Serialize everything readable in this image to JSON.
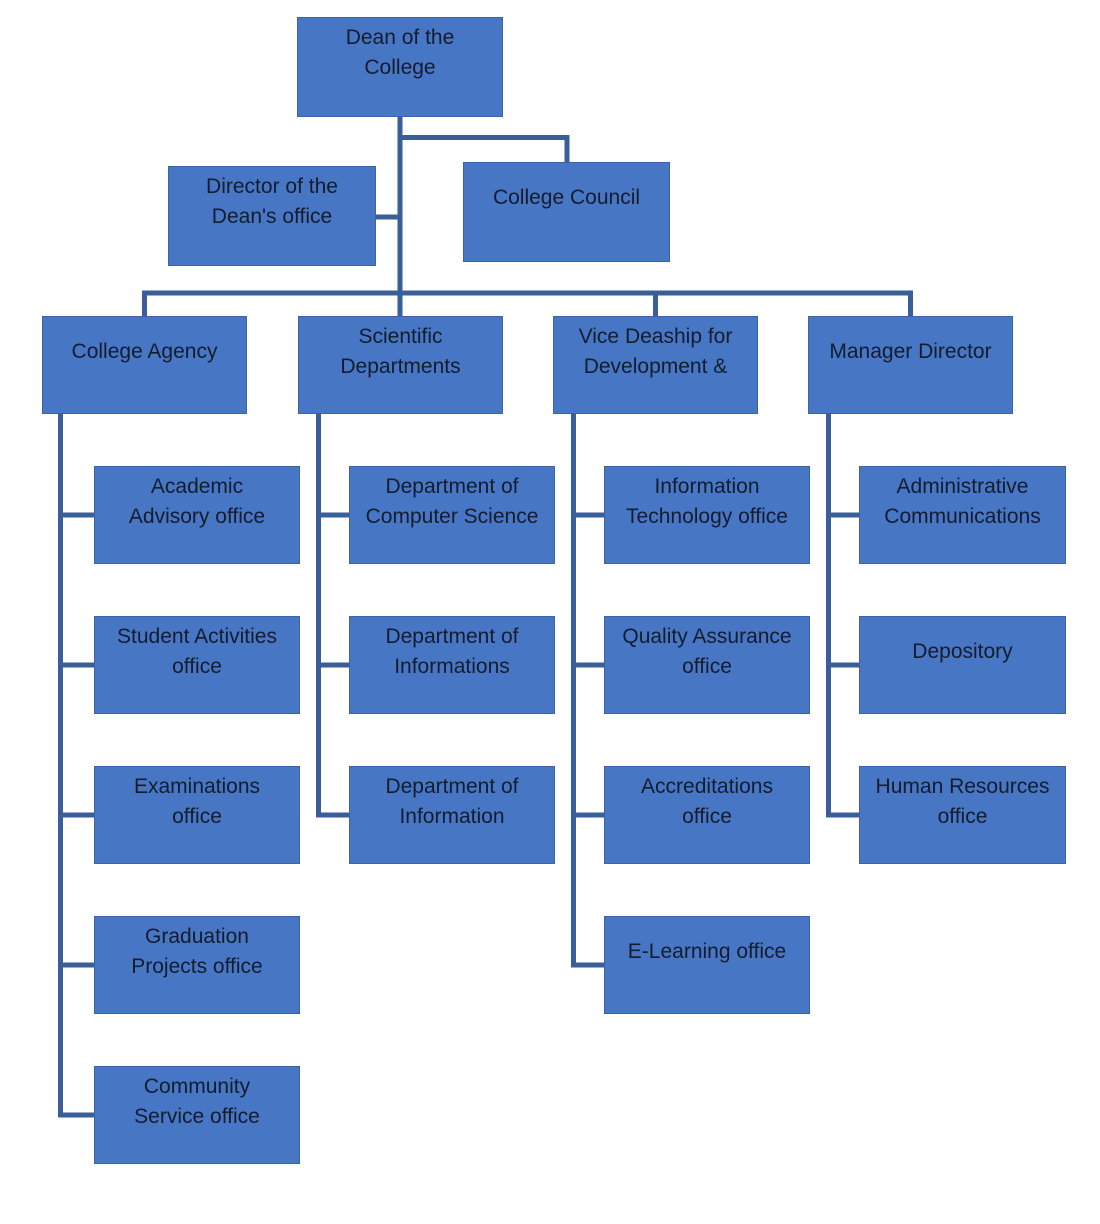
{
  "colors": {
    "page_bg": "#FFFFFF",
    "box_fill": "#4777C4",
    "box_border": "#3C63A8",
    "line_color": "#3A5E99",
    "text_color": "#141C2E"
  },
  "chart": {
    "type": "org-chart",
    "root": {
      "label": "Dean of the\nCollege"
    },
    "staff": [
      {
        "label": "Director of the\nDean's office"
      },
      {
        "label": "College Council"
      }
    ],
    "branches": [
      {
        "label": "College Agency",
        "children": [
          "Academic\nAdvisory office",
          "Student Activities\noffice",
          "Examinations\noffice",
          "Graduation\nProjects office",
          "Community\nService office"
        ]
      },
      {
        "label": "Scientific\nDepartments",
        "children": [
          "Department of\nComputer Science",
          "Department of\nInformations",
          "Department of\nInformation"
        ]
      },
      {
        "label": "Vice Deaship for\nDevelopment &",
        "children": [
          "Information\nTechnology office",
          "Quality Assurance\noffice",
          "Accreditations\noffice",
          "E-Learning office"
        ]
      },
      {
        "label": "Manager Director",
        "children": [
          "Administrative\nCommunications",
          "Depository",
          "Human Resources\noffice"
        ]
      }
    ]
  }
}
